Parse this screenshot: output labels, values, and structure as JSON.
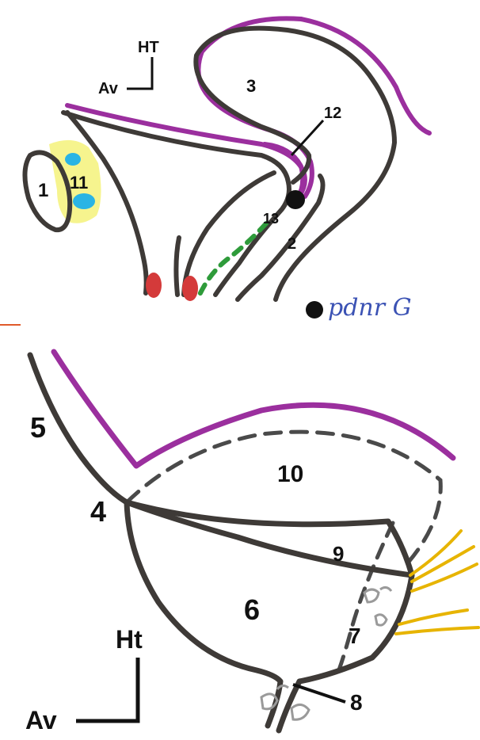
{
  "top_panel": {
    "orientation": {
      "up": "HT",
      "forward": "Av"
    },
    "labels": {
      "n1": "1",
      "n2": "2",
      "n3": "3",
      "n11": "11",
      "n12": "12",
      "n13": "13"
    },
    "point_label": "pdnr G"
  },
  "bottom_panel": {
    "orientation": {
      "up": "Ht",
      "forward": "Av"
    },
    "labels": {
      "n4": "4",
      "n5": "5",
      "n6": "6",
      "n7": "7",
      "n8": "8",
      "n9": "9",
      "n10": "10"
    }
  },
  "colors": {
    "outline": "#3e3a37",
    "peritoneum": "#9b2f9e",
    "dashed": "#4a4a4a",
    "nerve": "#e7b400",
    "green_dash": "#2e9b3a",
    "red_marks": "#d43a3a",
    "cyan_marks": "#2ab4e4",
    "yellow_fill": "#f4f27a",
    "handwriting": "#3b52b4",
    "separator": "#e05a2a"
  }
}
